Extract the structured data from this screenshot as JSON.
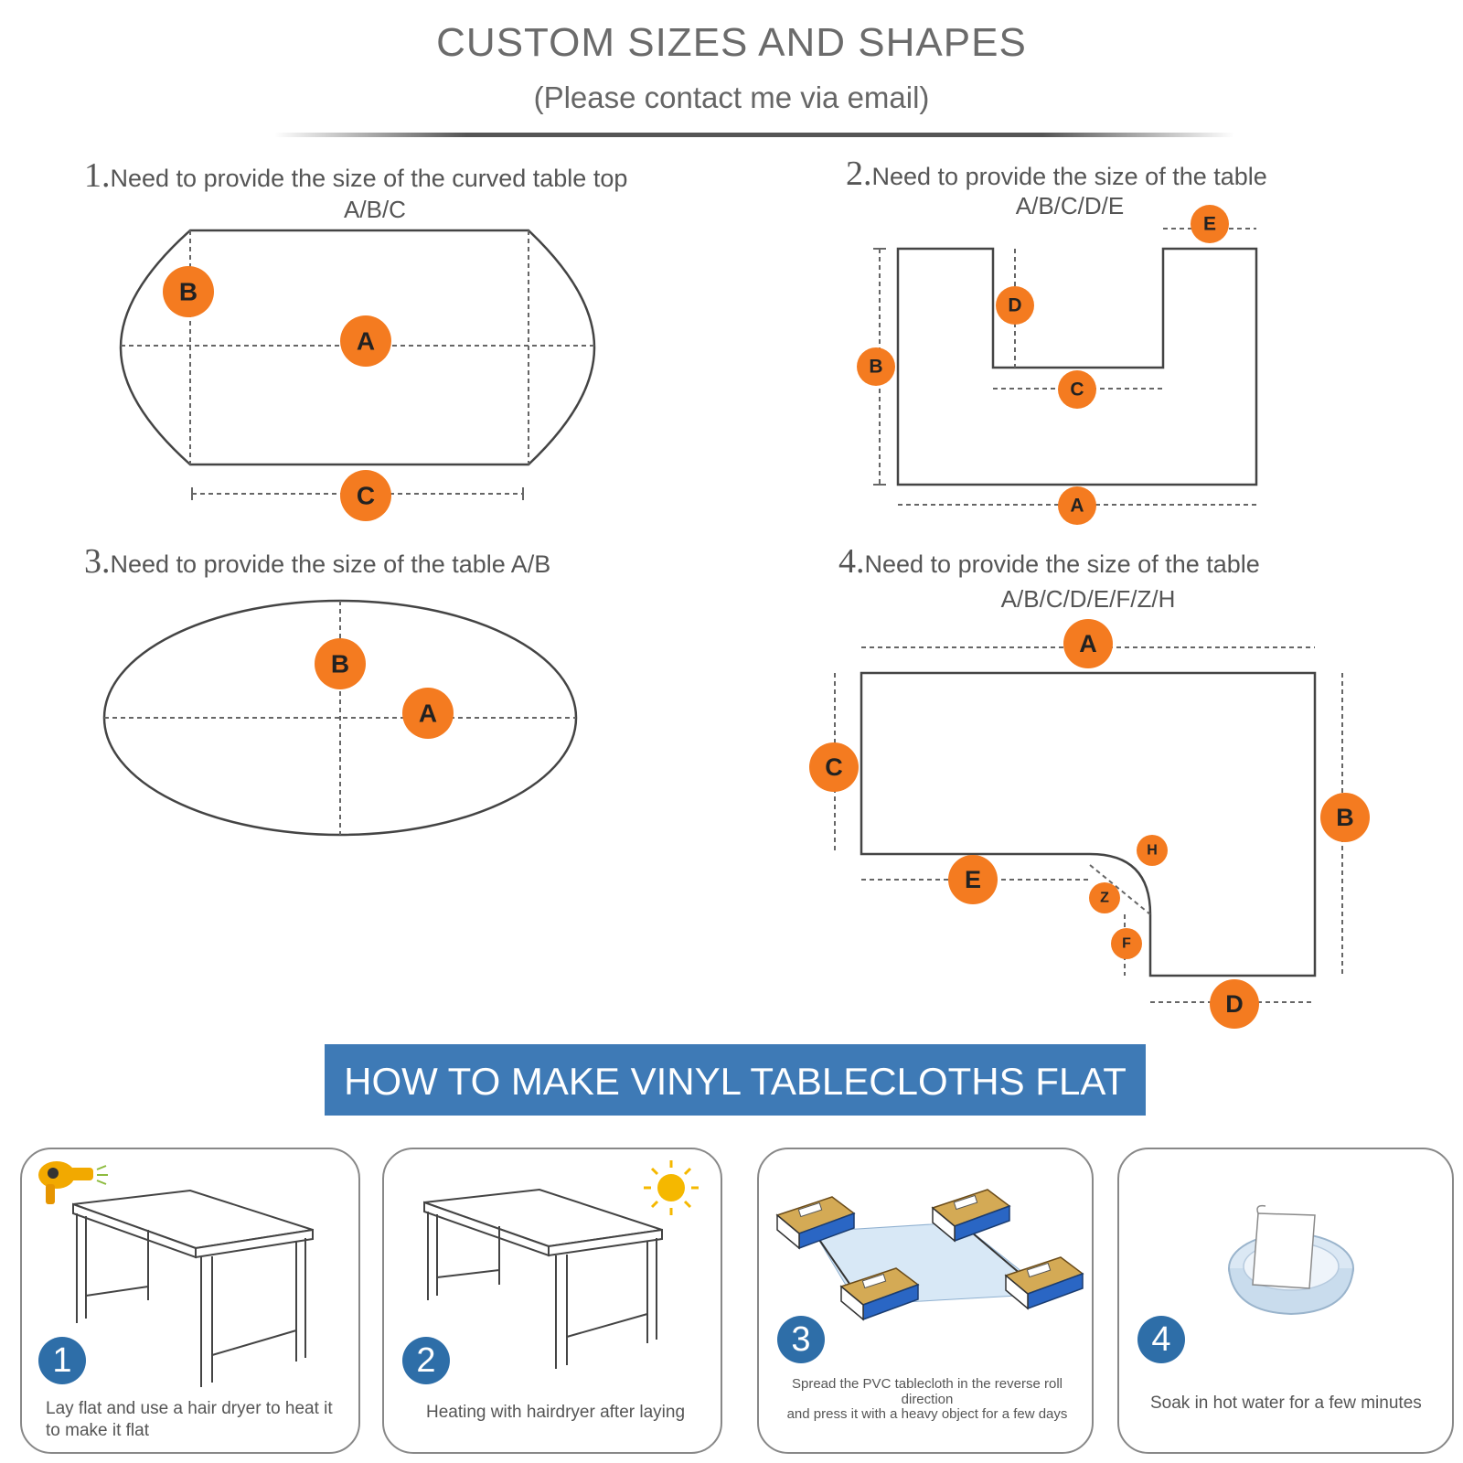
{
  "header": {
    "title": "CUSTOM SIZES AND SHAPES",
    "subtitle": "(Please contact me via email)"
  },
  "sections": [
    {
      "num": "1.",
      "title": "Need to provide the size of the curved table top",
      "sub": "A/B/C"
    },
    {
      "num": "2.",
      "title": "Need to provide the size of the table",
      "sub": "A/B/C/D/E"
    },
    {
      "num": "3.",
      "title": "Need to provide the size of the table A/B",
      "sub": ""
    },
    {
      "num": "4.",
      "title": "Need to provide the size of the table",
      "sub": "A/B/C/D/E/F/Z/H"
    }
  ],
  "labels": {
    "a": "A",
    "b": "B",
    "c": "C",
    "d": "D",
    "e": "E",
    "f": "F",
    "z": "Z",
    "h": "H"
  },
  "badge_color": "#f47b20",
  "banner": {
    "text": "HOW TO MAKE VINYL TABLECLOTHS FLAT",
    "color": "#3e7ab6"
  },
  "steps": [
    {
      "num": "1",
      "caption": "Lay flat and use a hair dryer to heat it to make it flat",
      "icon": "hair-dryer-icon"
    },
    {
      "num": "2",
      "caption": "Heating with hairdryer after laying",
      "icon": "sun-icon"
    },
    {
      "num": "3",
      "caption_line1": "Spread the PVC tablecloth in the reverse roll direction",
      "caption_line2": "and press it with a heavy object for a few days",
      "icon": "binder-icon"
    },
    {
      "num": "4",
      "caption": "Soak in hot water for a few minutes",
      "icon": "water-basin-icon"
    }
  ]
}
